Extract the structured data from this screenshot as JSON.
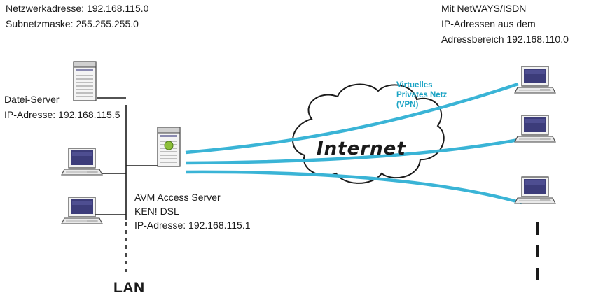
{
  "lan_network": {
    "address_line": "Netzwerkadresse: 192.168.115.0",
    "mask_line": "Subnetzmaske: 255.255.255.0"
  },
  "remote": {
    "line1": "Mit NetWAYS/ISDN",
    "line2": "IP-Adressen aus dem",
    "line3": "Adressbereich 192.168.110.0"
  },
  "file_server": {
    "name": "Datei-Server",
    "ip": "IP-Adresse: 192.168.115.5"
  },
  "access_server": {
    "name": "AVM Access Server",
    "model": "KEN! DSL",
    "ip": "IP-Adresse: 192.168.115.1"
  },
  "vpn": {
    "line1": "Virtuelles",
    "line2": "Privates Netz",
    "line3": "(VPN)"
  },
  "internet_label": "Internet",
  "lan_label": "LAN",
  "colors": {
    "tunnel": "#3ab4d6",
    "vpn_text": "#1aa3c4",
    "line": "#1a1a1a"
  },
  "icons": [
    "server-tower-icon",
    "desktop-computer-icon",
    "cloud-icon"
  ]
}
